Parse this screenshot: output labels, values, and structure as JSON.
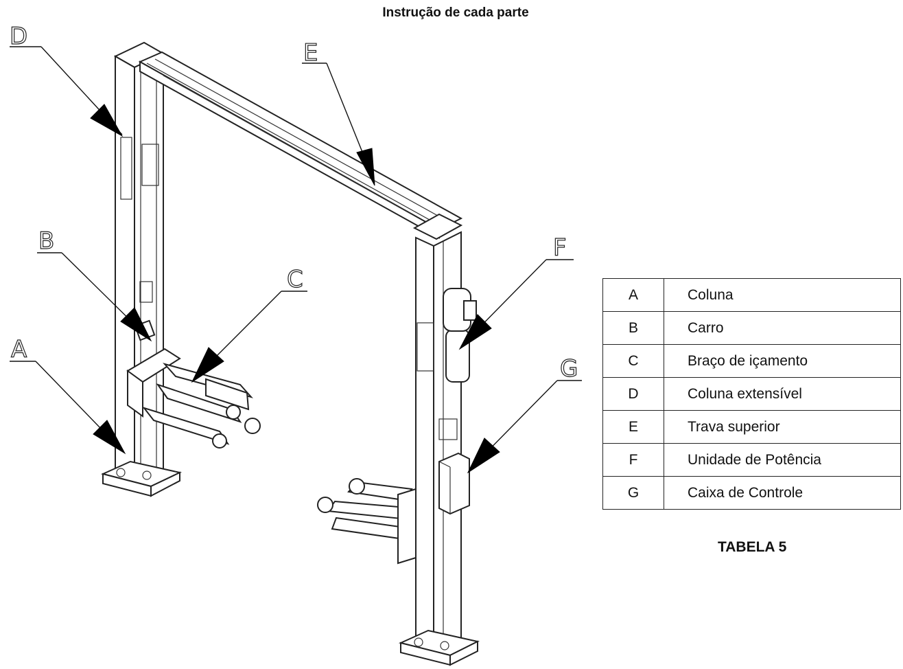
{
  "title": "Instrução de cada parte",
  "labels": {
    "a": "A",
    "b": "B",
    "c": "C",
    "d": "D",
    "e": "E",
    "f": "F",
    "g": "G"
  },
  "table": {
    "rows": [
      {
        "code": "A",
        "description": "Coluna"
      },
      {
        "code": "B",
        "description": "Carro"
      },
      {
        "code": "C",
        "description": "Braço de içamento"
      },
      {
        "code": "D",
        "description": "Coluna extensível"
      },
      {
        "code": "E",
        "description": "Trava superior"
      },
      {
        "code": "F",
        "description": "Unidade de Potência"
      },
      {
        "code": "G",
        "description": "Caixa de Controle"
      }
    ],
    "caption": "TABELA 5"
  }
}
